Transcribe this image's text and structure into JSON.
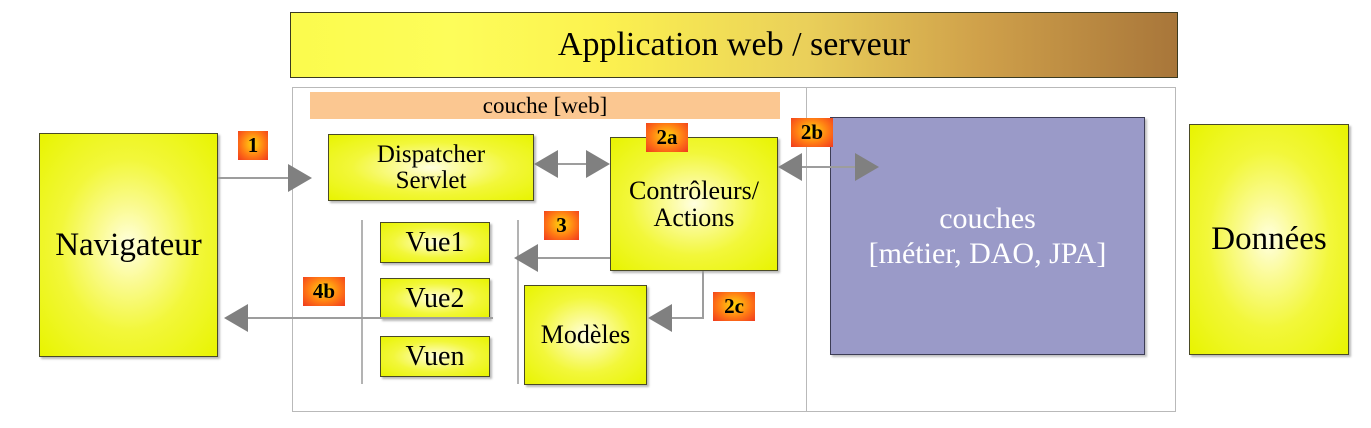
{
  "diagram": {
    "title": "Application web / serveur",
    "web_layer_label": "couche [web]",
    "nodes": {
      "navigateur": "Navigateur",
      "dispatcher_servlet": "Dispatcher\nServlet",
      "dispatcher_servlet_line1": "Dispatcher",
      "dispatcher_servlet_line2": "Servlet",
      "controleurs_line1": "Contrôleurs/",
      "controleurs_line2": "Actions",
      "vue1": "Vue1",
      "vue2": "Vue2",
      "vuen": "Vuen",
      "modeles": "Modèles",
      "business_line1": "couches",
      "business_line2": "[métier, DAO, JPA]",
      "donnees": "Données"
    },
    "badges": {
      "step1": "1",
      "step2a": "2a",
      "step2b": "2b",
      "step2c": "2c",
      "step3": "3",
      "step4b": "4b"
    },
    "colors": {
      "banner_start": "#fbfb4d",
      "banner_end": "#a8763a",
      "web_band": "#fbc791",
      "node_yellow": "#e8f400",
      "business_purple": "#9a9ac8",
      "badge_orange": "#ff7a14",
      "badge_red": "#ef3a1e",
      "connector_gray": "#808080",
      "frame_gray": "#b9b9b9"
    }
  }
}
